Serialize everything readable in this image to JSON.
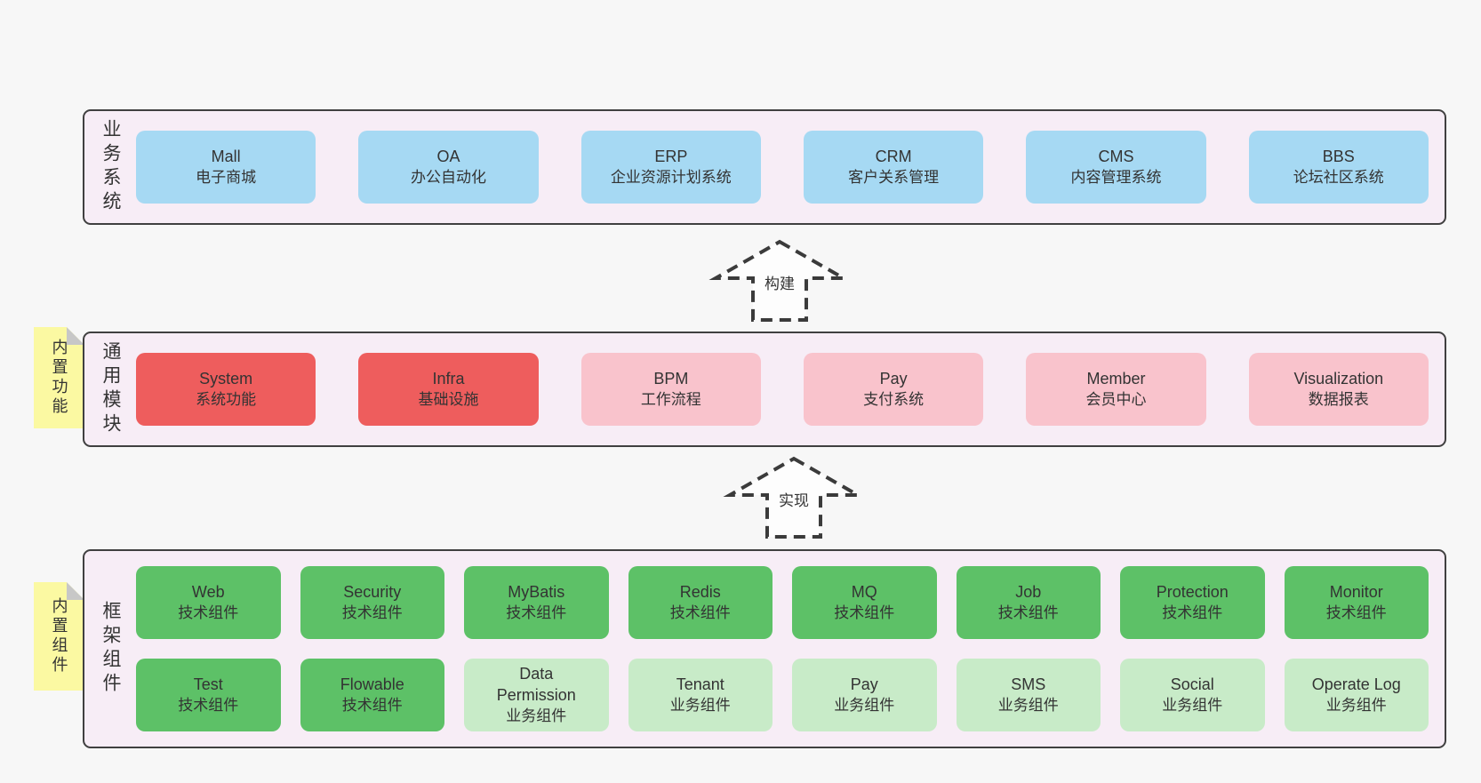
{
  "diagram": {
    "layers": [
      {
        "label": "业务系统",
        "boxes": [
          {
            "name": "Mall",
            "desc": "电子商城",
            "variant": "blue"
          },
          {
            "name": "OA",
            "desc": "办公自动化",
            "variant": "blue"
          },
          {
            "name": "ERP",
            "desc": "企业资源计划系统",
            "variant": "blue"
          },
          {
            "name": "CRM",
            "desc": "客户关系管理",
            "variant": "blue"
          },
          {
            "name": "CMS",
            "desc": "内容管理系统",
            "variant": "blue"
          },
          {
            "name": "BBS",
            "desc": "论坛社区系统",
            "variant": "blue"
          }
        ]
      },
      {
        "label": "通用模块",
        "note": "内置功能",
        "boxes": [
          {
            "name": "System",
            "desc": "系统功能",
            "variant": "red"
          },
          {
            "name": "Infra",
            "desc": "基础设施",
            "variant": "red"
          },
          {
            "name": "BPM",
            "desc": "工作流程",
            "variant": "pink"
          },
          {
            "name": "Pay",
            "desc": "支付系统",
            "variant": "pink"
          },
          {
            "name": "Member",
            "desc": "会员中心",
            "variant": "pink"
          },
          {
            "name": "Visualization",
            "desc": "数据报表",
            "variant": "pink"
          }
        ]
      },
      {
        "label": "框架组件",
        "note": "内置组件",
        "rows": [
          [
            {
              "name": "Web",
              "desc": "技术组件",
              "variant": "green"
            },
            {
              "name": "Security",
              "desc": "技术组件",
              "variant": "green"
            },
            {
              "name": "MyBatis",
              "desc": "技术组件",
              "variant": "green"
            },
            {
              "name": "Redis",
              "desc": "技术组件",
              "variant": "green"
            },
            {
              "name": "MQ",
              "desc": "技术组件",
              "variant": "green"
            },
            {
              "name": "Job",
              "desc": "技术组件",
              "variant": "green"
            },
            {
              "name": "Protection",
              "desc": "技术组件",
              "variant": "green"
            },
            {
              "name": "Monitor",
              "desc": "技术组件",
              "variant": "green"
            }
          ],
          [
            {
              "name": "Test",
              "desc": "技术组件",
              "variant": "green"
            },
            {
              "name": "Flowable",
              "desc": "技术组件",
              "variant": "green"
            },
            {
              "name": "Data Permission",
              "desc": "业务组件",
              "variant": "lightgreen"
            },
            {
              "name": "Tenant",
              "desc": "业务组件",
              "variant": "lightgreen"
            },
            {
              "name": "Pay",
              "desc": "业务组件",
              "variant": "lightgreen"
            },
            {
              "name": "SMS",
              "desc": "业务组件",
              "variant": "lightgreen"
            },
            {
              "name": "Social",
              "desc": "业务组件",
              "variant": "lightgreen"
            },
            {
              "name": "Operate Log",
              "desc": "业务组件",
              "variant": "lightgreen"
            }
          ]
        ]
      }
    ],
    "arrows": [
      {
        "label": "构建"
      },
      {
        "label": "实现"
      }
    ],
    "colors": {
      "blue": "#a6d9f3",
      "red": "#ee5d5d",
      "pink": "#f9c3cc",
      "green": "#5dc167",
      "lightgreen": "#c8ebc8",
      "sticky_yellow": "#fbf9a2",
      "container_fill": "#f7edf6",
      "border": "#404040"
    }
  }
}
